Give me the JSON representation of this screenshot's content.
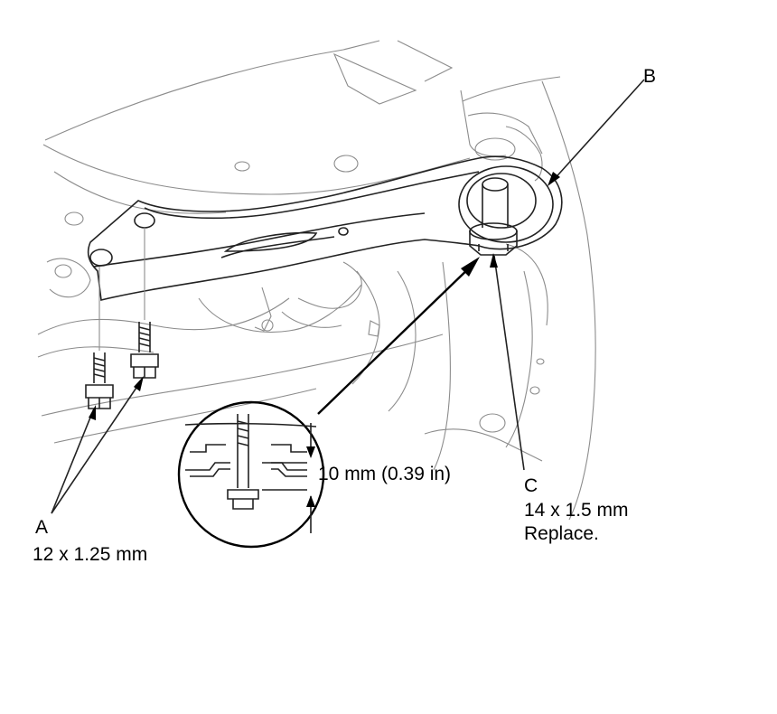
{
  "callouts": {
    "a": {
      "letter": "A",
      "spec": "12 x 1.25 mm"
    },
    "b": {
      "letter": "B"
    },
    "c": {
      "letter": "C",
      "spec": "14 x 1.5 mm",
      "note": "Replace."
    }
  },
  "detail": {
    "dimension": "10 mm (0.39 in)"
  },
  "colors": {
    "line": "#000000",
    "background_line": "#8c8c8c",
    "background": "#ffffff"
  }
}
